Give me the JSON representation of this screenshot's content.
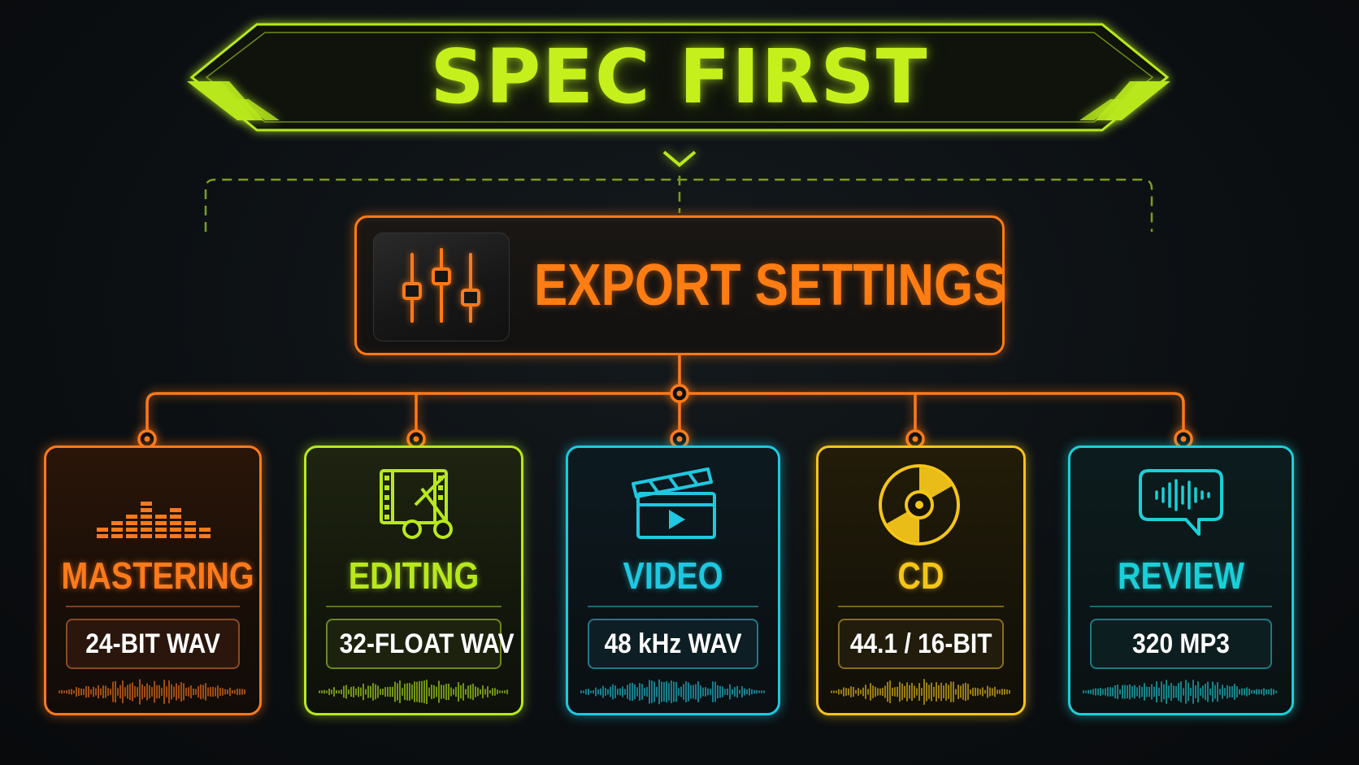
{
  "banner": {
    "title": "SPEC FIRST"
  },
  "export": {
    "title": "EXPORT SETTINGS",
    "icon": "sliders-icon"
  },
  "colors": {
    "lime": "#c6f01c",
    "orange": "#ff7a1a",
    "cyan": "#1ec8e0",
    "gold": "#f5c518",
    "teal": "#1ad0d8"
  },
  "cards": [
    {
      "title": "MASTERING",
      "spec": "24-BIT WAV",
      "icon": "equalizer-bars-icon",
      "color": "#ff7a1a"
    },
    {
      "title": "EDITING",
      "spec": "32-FLOAT WAV",
      "icon": "film-scissors-icon",
      "color": "#b8e81c"
    },
    {
      "title": "VIDEO",
      "spec": "48 kHz WAV",
      "icon": "clapperboard-icon",
      "color": "#1ec8e0"
    },
    {
      "title": "CD",
      "spec": "44.1 / 16-BIT",
      "icon": "disc-icon",
      "color": "#f5c518"
    },
    {
      "title": "REVIEW",
      "spec": "320 MP3",
      "icon": "speech-bubble-waveform-icon",
      "color": "#1ad0d8"
    }
  ]
}
